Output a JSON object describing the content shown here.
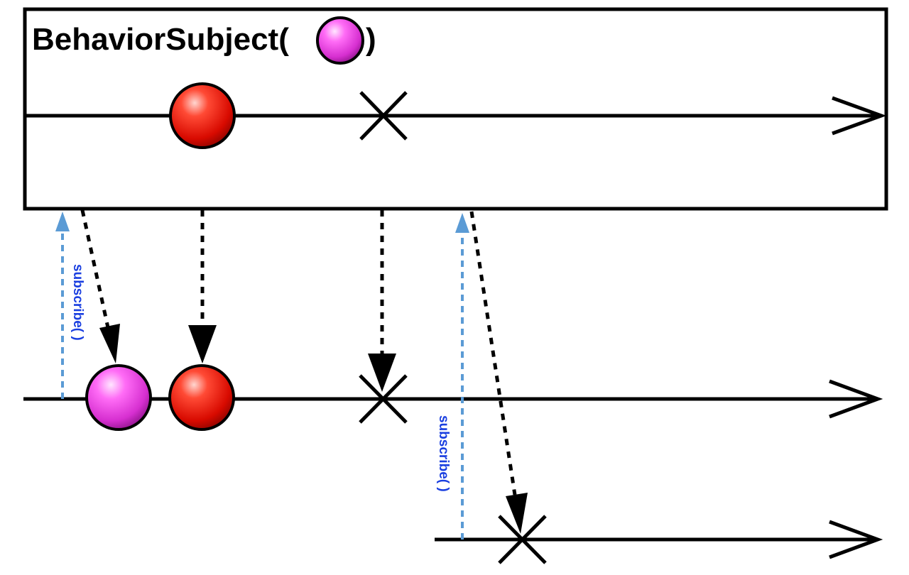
{
  "title": {
    "prefix": "BehaviorSubject(",
    "suffix": ")"
  },
  "subscriptions": [
    {
      "label": "subscribe( )"
    },
    {
      "label": "subscribe( )"
    }
  ],
  "colors": {
    "red_marble": "#e8130b",
    "pink_marble": "#e83ee0",
    "subscribe_arrow": "#5b9bd5",
    "subscribe_text": "#1a3fe0",
    "line": "#000000"
  }
}
